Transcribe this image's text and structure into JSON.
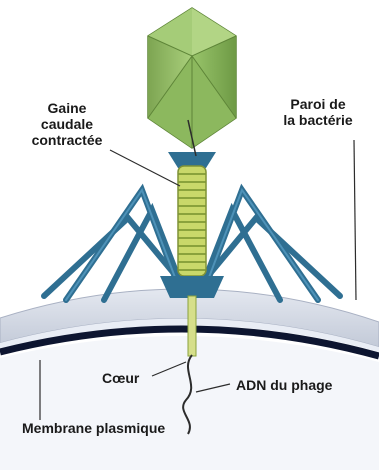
{
  "labels": {
    "tail_sheath": [
      "Gaine",
      "caudale",
      "contractée"
    ],
    "cell_wall": [
      "Paroi de",
      "la bactérie"
    ],
    "core": "Cœur",
    "phage_dna": "ADN du phage",
    "plasma_membrane": "Membrane plasmique"
  },
  "colors": {
    "capsid": "#9bc46a",
    "capsid_dark": "#6e9a45",
    "sheath": "#d9e27a",
    "tail_fibers": "#2f6f92",
    "cell_wall": "#c9cfdc",
    "membrane": "#0d1530",
    "dna": "#2c2c2c"
  }
}
